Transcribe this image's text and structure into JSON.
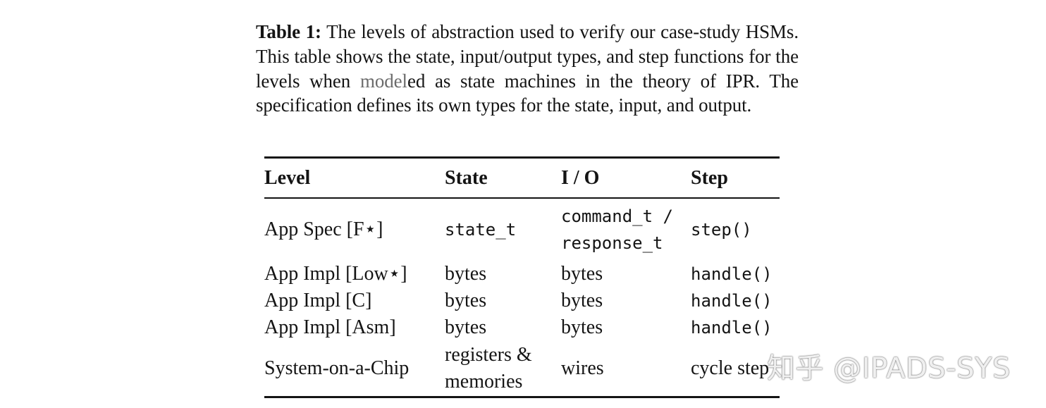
{
  "caption": {
    "lead": "Table 1:",
    "part1": " The levels of abstraction used to verify our case-study HSMs. This table shows the state, input/output types, and step functions for the levels when ",
    "link": "model",
    "part2": "ed as state machines in the theory of IPR. The specification defines its own types for the state, input, and output."
  },
  "table": {
    "headers": [
      "Level",
      "State",
      "I / O",
      "Step"
    ],
    "rows": [
      {
        "level": "App Spec [F⋆]",
        "state": "state_t",
        "io_line1": "command_t /",
        "io_line2": "response_t",
        "step": "step()"
      },
      {
        "level": "App Impl [Low⋆]",
        "state": "bytes",
        "io": "bytes",
        "step": "handle()"
      },
      {
        "level": "App Impl [C]",
        "state": "bytes",
        "io": "bytes",
        "step": "handle()"
      },
      {
        "level": "App Impl [Asm]",
        "state": "bytes",
        "io": "bytes",
        "step": "handle()"
      },
      {
        "level": "System-on-a-Chip",
        "state_line1": "registers &",
        "state_line2": "memories",
        "io": "wires",
        "step": "cycle step"
      }
    ]
  },
  "watermark": "知乎 @IPADS-SYS"
}
